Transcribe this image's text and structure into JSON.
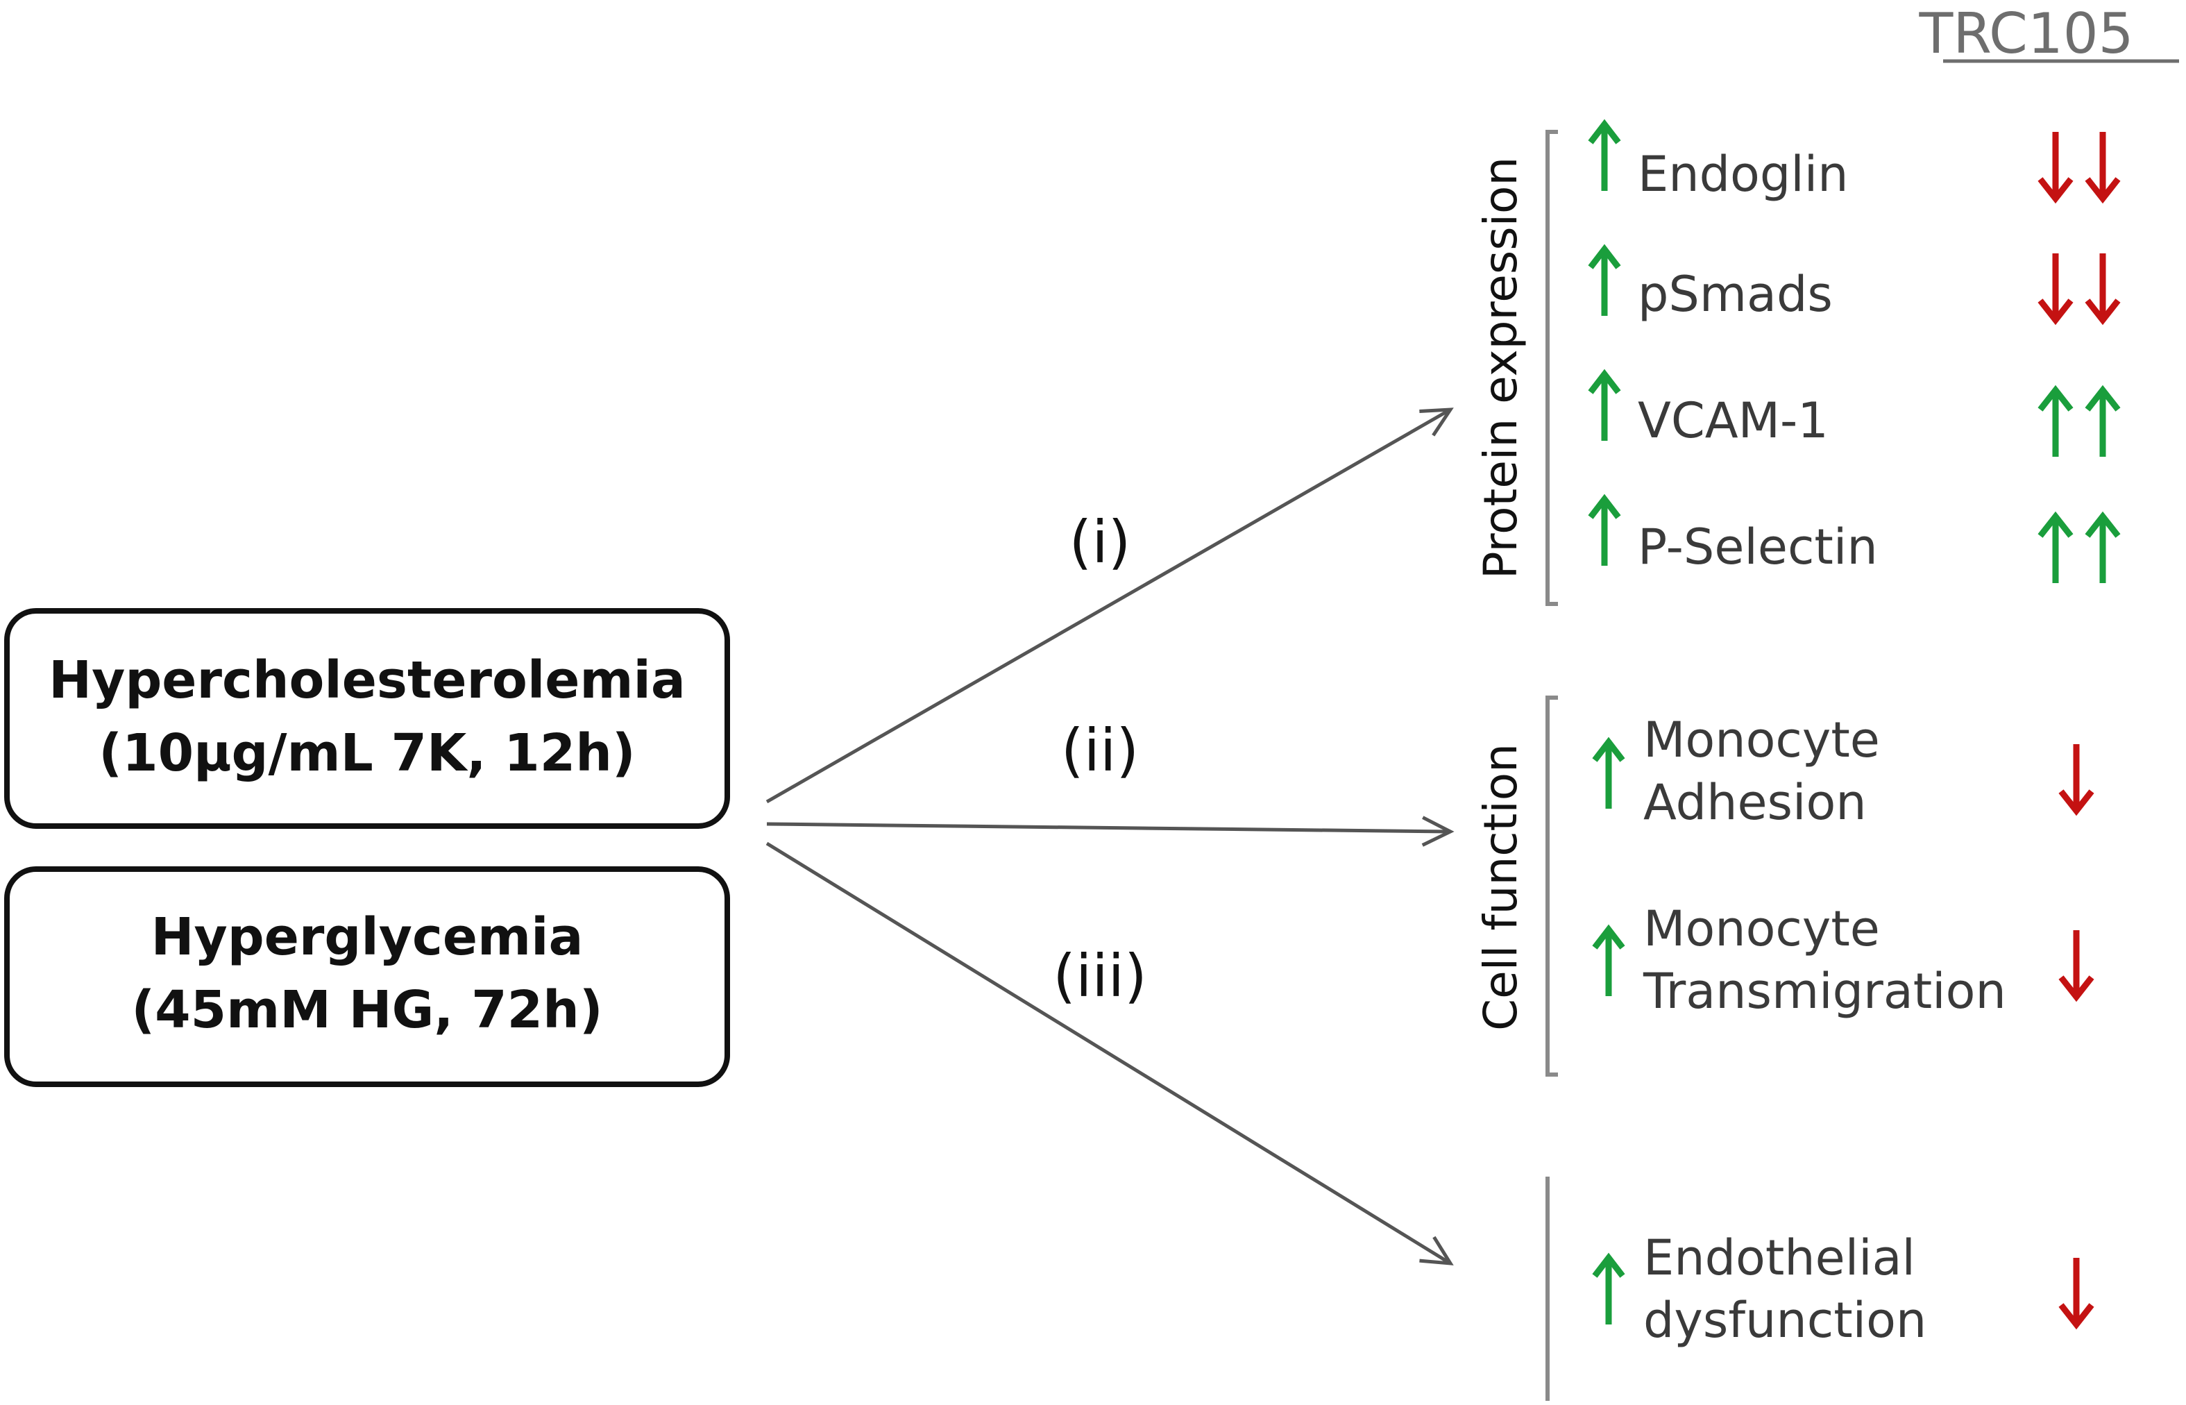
{
  "header": {
    "title": "TRC105"
  },
  "conditions": [
    {
      "title": "Hypercholesterolemia",
      "detail": "(10µg/mL 7K, 12h)"
    },
    {
      "title": "Hyperglycemia",
      "detail": "(45mM HG, 72h)"
    }
  ],
  "pathways": [
    {
      "label": "(i)"
    },
    {
      "label": "(ii)"
    },
    {
      "label": "(iii)"
    }
  ],
  "groups": [
    {
      "label": "Protein expression",
      "items": [
        {
          "lines": [
            "Endoglin"
          ],
          "effect": "up",
          "trc105": "down",
          "trc105_count": 2
        },
        {
          "lines": [
            "pSmads"
          ],
          "effect": "up",
          "trc105": "down",
          "trc105_count": 2
        },
        {
          "lines": [
            "VCAM-1"
          ],
          "effect": "up",
          "trc105": "up",
          "trc105_count": 2
        },
        {
          "lines": [
            "P-Selectin"
          ],
          "effect": "up",
          "trc105": "up",
          "trc105_count": 2
        }
      ]
    },
    {
      "label": "Cell function",
      "items": [
        {
          "lines": [
            "Monocyte",
            "Adhesion"
          ],
          "effect": "up",
          "trc105": "down",
          "trc105_count": 1
        },
        {
          "lines": [
            "Monocyte",
            "Transmigration"
          ],
          "effect": "up",
          "trc105": "down",
          "trc105_count": 1
        }
      ]
    },
    {
      "label": "",
      "items": [
        {
          "lines": [
            "Endothelial",
            "dysfunction"
          ],
          "effect": "up",
          "trc105": "down",
          "trc105_count": 1
        }
      ]
    }
  ],
  "colors": {
    "increase": "#1a9e3c",
    "decrease": "#c41212",
    "line": "#555555",
    "bracket": "#8a8a8a",
    "box_border": "#111111"
  }
}
